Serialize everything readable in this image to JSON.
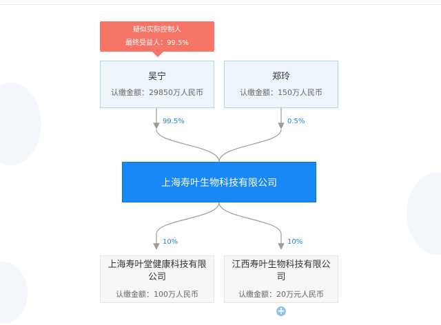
{
  "badge": {
    "line1": "疑似实际控制人",
    "line2": "最终受益人：99.5%"
  },
  "holders": [
    {
      "name": "吴宁",
      "amount": "认缴金额：29850万人民币",
      "percent": "99.5%"
    },
    {
      "name": "郑玲",
      "amount": "认缴金额：150万人民币",
      "percent": "0.5%"
    }
  ],
  "company": {
    "name": "上海寿叶生物科技有限公司"
  },
  "subsidiaries": [
    {
      "name": "上海寿叶堂健康科技有限公司",
      "amount": "认缴金额：100万人民币",
      "percent": "10%"
    },
    {
      "name": "江西寿叶生物科技有限公司",
      "amount": "认缴金额：20万元人民币",
      "percent": "10%"
    }
  ],
  "expand_symbol": "+",
  "colors": {
    "accent": "#1888f7",
    "badge": "#f47466",
    "holder_bg": "#eef6fc",
    "holder_border": "#a9d6f2",
    "percent_text": "#1a87e6",
    "line": "#9b9b9b"
  },
  "icons": [
    "arrow-down-icon",
    "plus-circle-icon"
  ]
}
